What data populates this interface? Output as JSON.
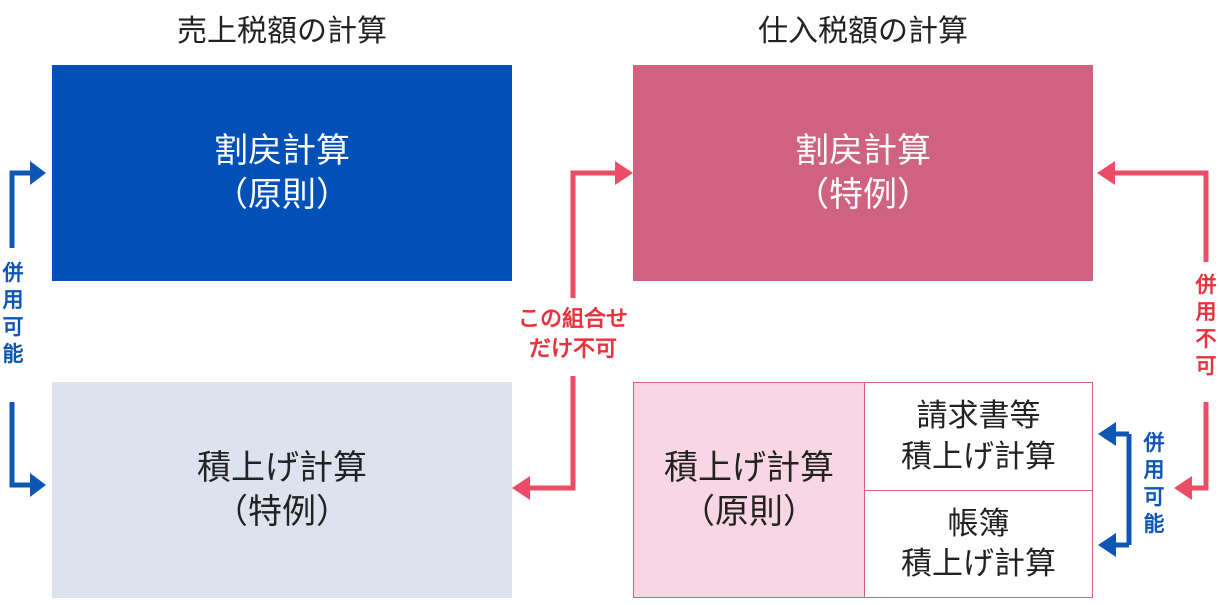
{
  "left_title": "売上税額の計算",
  "right_title": "仕入税額の計算",
  "sales": {
    "top_box": {
      "line1": "割戻計算",
      "line2": "（原則）"
    },
    "bottom_box": {
      "line1": "積上げ計算",
      "line2": "（特例）"
    },
    "side_label": [
      "併",
      "用",
      "可",
      "能"
    ]
  },
  "purchase": {
    "top_box": {
      "line1": "割戻計算",
      "line2": "（特例）"
    },
    "bottom_main": {
      "line1": "積上げ計算",
      "line2": "（原則）"
    },
    "sub_top": {
      "line1": "請求書等",
      "line2": "積上げ計算"
    },
    "sub_bottom": {
      "line1": "帳簿",
      "line2": "積上げ計算"
    },
    "side_label_red": [
      "併",
      "用",
      "不",
      "可"
    ],
    "side_label_blue": [
      "併",
      "用",
      "可",
      "能"
    ]
  },
  "middle_label": {
    "line1": "この組合せ",
    "line2": "だけ不可"
  },
  "colors": {
    "blue_dark": "#0050b8",
    "blue_light": "#dce3ef",
    "pink_dark": "#cf627f",
    "pink_light": "#f9d6e4",
    "red": "#e8323c",
    "arrow_red": "#ec4d66",
    "arrow_blue": "#0d56b5"
  }
}
